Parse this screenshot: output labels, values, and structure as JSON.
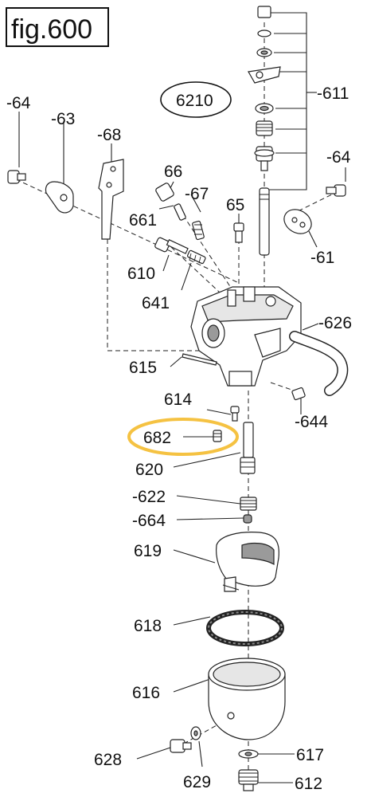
{
  "figure": {
    "title": "fig.600",
    "callout": "6210"
  },
  "parts": [
    {
      "id": "p64a",
      "label": "-64"
    },
    {
      "id": "p63",
      "label": "-63"
    },
    {
      "id": "p68",
      "label": "-68"
    },
    {
      "id": "p66",
      "label": "66"
    },
    {
      "id": "p67",
      "label": "-67"
    },
    {
      "id": "p661",
      "label": "661"
    },
    {
      "id": "p65",
      "label": "65"
    },
    {
      "id": "p610",
      "label": "610"
    },
    {
      "id": "p641",
      "label": "641"
    },
    {
      "id": "p611",
      "label": "-611"
    },
    {
      "id": "p64b",
      "label": "-64"
    },
    {
      "id": "p61",
      "label": "-61"
    },
    {
      "id": "p626",
      "label": "-626"
    },
    {
      "id": "p615",
      "label": "615"
    },
    {
      "id": "p614",
      "label": "614"
    },
    {
      "id": "p644",
      "label": "-644"
    },
    {
      "id": "p682",
      "label": "682"
    },
    {
      "id": "p620",
      "label": "620"
    },
    {
      "id": "p622",
      "label": "-622"
    },
    {
      "id": "p664",
      "label": "-664"
    },
    {
      "id": "p619",
      "label": "619"
    },
    {
      "id": "p618",
      "label": "618"
    },
    {
      "id": "p616",
      "label": "616"
    },
    {
      "id": "p628",
      "label": "628"
    },
    {
      "id": "p629",
      "label": "629"
    },
    {
      "id": "p617",
      "label": "617"
    },
    {
      "id": "p612",
      "label": "612"
    }
  ],
  "highlight": {
    "part": "682",
    "color": "#f5c242"
  }
}
